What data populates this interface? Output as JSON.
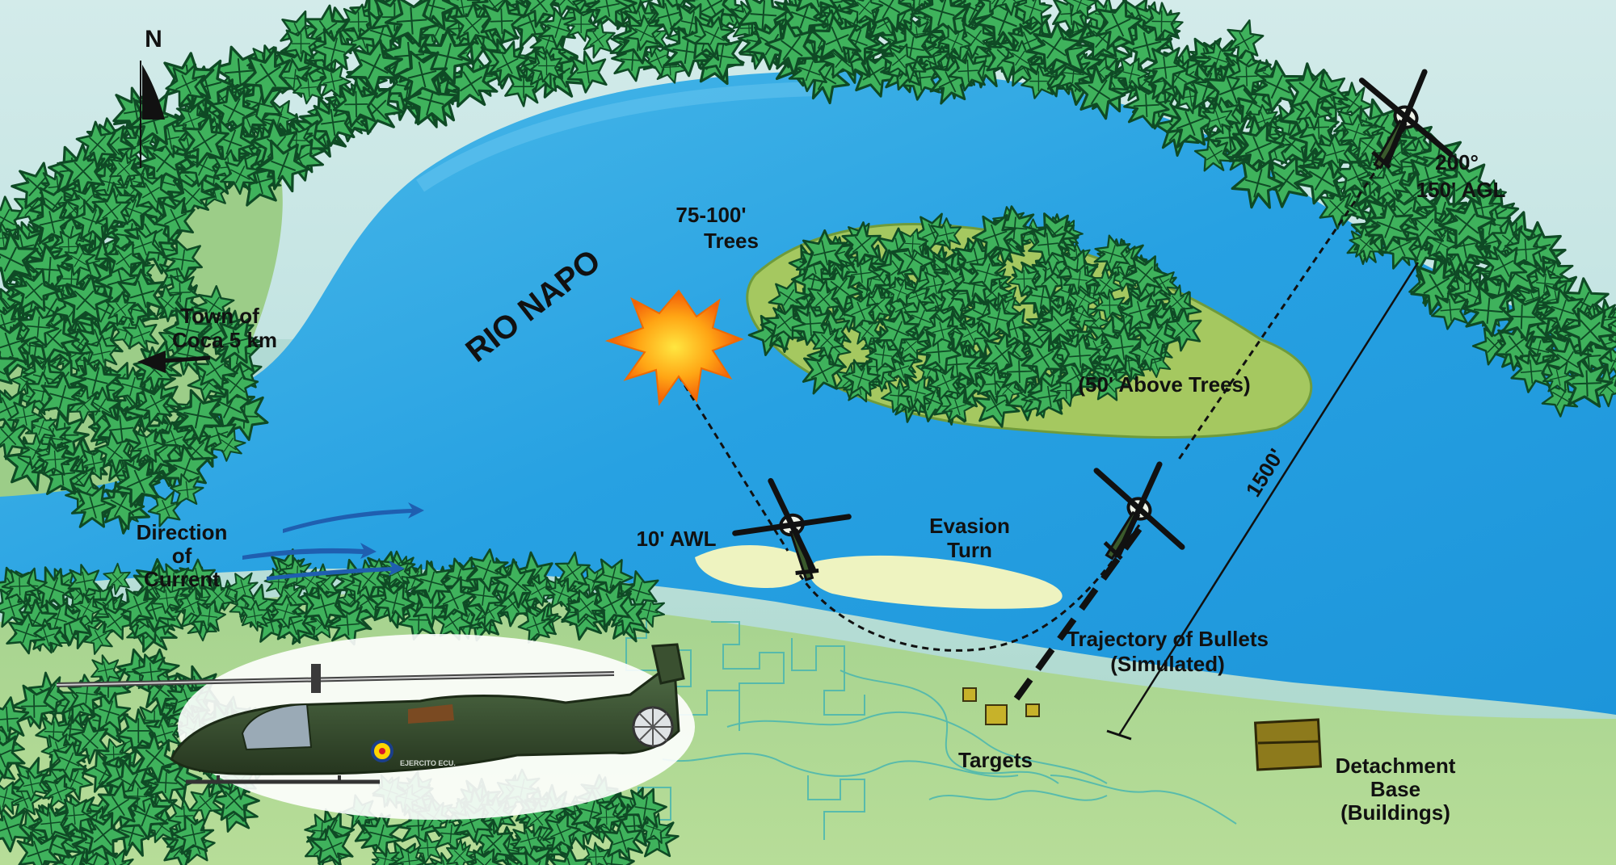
{
  "labels": {
    "north": "N",
    "town_line1": "Town of",
    "town_line2": "Coca 5 km",
    "river": "RIO NAPO",
    "trees_line1": "75-100'",
    "trees_line2": "Trees",
    "above_trees": "(50' Above Trees)",
    "heading_deg": "200°",
    "altitude": "150' AGL",
    "distance": "1500'",
    "current_line1": "Direction",
    "current_line2": "of",
    "current_line3": "Current",
    "awl": "10' AWL",
    "evasion_line1": "Evasion",
    "evasion_line2": "Turn",
    "trajectory_line1": "Trajectory of Bullets",
    "trajectory_line2": "(Simulated)",
    "targets": "Targets",
    "base_line1": "Detachment",
    "base_line2": "Base",
    "base_line3": "(Buildings)",
    "helicopter_marking": "EJERCITO ECU."
  },
  "colors": {
    "river": "#2aa3e4",
    "river_light": "#6fc6f0",
    "land": "#9fcf8c",
    "foliage": "#3cae58",
    "foliage_dark": "#12502a",
    "island": "#a4c760",
    "sandbar": "#eef3c0",
    "target": "#c7b22a",
    "base": "#8d7a1c",
    "explosion": "#ff8a00"
  }
}
